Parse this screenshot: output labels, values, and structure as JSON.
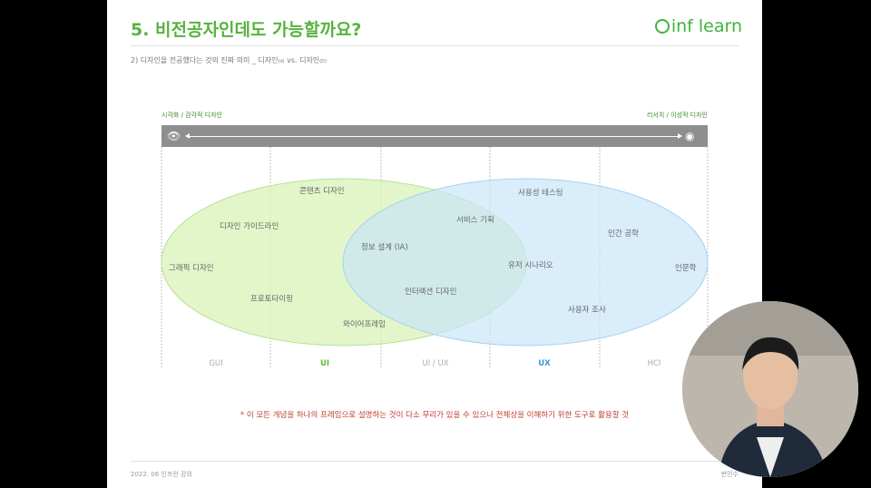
{
  "slide": {
    "title": "5. 비전공자인데도 가능할까요?",
    "logo_text": "inf learn",
    "subtitle_main": "2) 디자인을 전공했다는 것의 진짜 의미 _ 디자인",
    "subtitle_sup1": "(d)",
    "subtitle_vs": " vs. 디자인",
    "subtitle_sup2": "(D)",
    "spectrum_left": "시각화 / 감각적 디자인",
    "spectrum_right": "리서치 / 이성적 디자인",
    "terms": {
      "content_design": "콘텐츠 디자인",
      "design_guide": "디자인 가이드라인",
      "graphic_design": "그래픽 디자인",
      "prototyping": "프로토타이핑",
      "wireframe": "와이어프레임",
      "info_arch": "정보 설계 (IA)",
      "service_planning": "서비스 기획",
      "interaction_design": "인터랙션 디자인",
      "user_scenario": "유저 시나리오",
      "usability_test": "사용성 테스팅",
      "human_factors": "인간 공학",
      "humanities": "인문학",
      "user_research": "사용자 조사"
    },
    "columns": [
      "GUI",
      "UI",
      "UI / UX",
      "UX",
      "HCI"
    ],
    "note": "* 이 모든 개념을 하나의 프레임으로 설명하는 것이 다소 무리가 있을 수 있으나 전체상을 이해하기 위한 도구로 활용할 것",
    "footer_left": "2022. 06 인프런 강의",
    "footer_right": "변민수"
  },
  "colors": {
    "title_green": "#57b33e",
    "ui_circle": "#d8f3b8",
    "ux_circle": "#c9e6f8",
    "ui_label": "#5cb83a",
    "ux_label": "#3a9ad9",
    "note_red": "#c03a2b"
  },
  "icons": {
    "left": "eye-icon",
    "right": "brain-icon",
    "logo": "inflearn-logo-icon"
  }
}
